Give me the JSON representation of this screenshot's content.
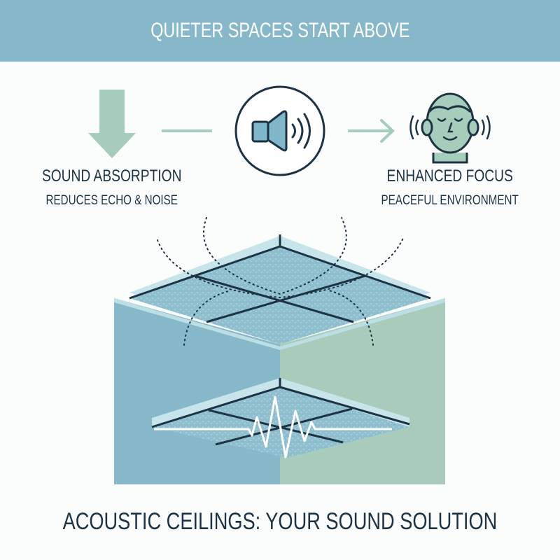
{
  "header": {
    "title": "QUIETER SPACES START ABOVE",
    "background_color": "#86b8c9",
    "text_color": "#ffffff"
  },
  "steps": [
    {
      "icon": "down-arrow-icon",
      "title": "SOUND ABSORPTION",
      "subtitle": "REDUCES ECHO & NOISE"
    },
    {
      "icon": "speaker-icon"
    },
    {
      "icon": "calm-face-icon",
      "title": "ENHANCED FOCUS",
      "subtitle": "PEACEFUL ENVIRONMENT"
    }
  ],
  "connectors": [
    "line-connector",
    "arrow-connector"
  ],
  "illustration": {
    "description": "Room corner with acoustic ceiling tiles absorbing dotted sound waves; lower tile shows damped waveform",
    "wall_left_color": "#86b8c9",
    "wall_right_color": "#a9cbbb",
    "tile_color": "#9cc6d3",
    "tile_edge_color": "#c6e4ea",
    "grid_line_color": "#1d3344"
  },
  "footer": {
    "title": "ACOUSTIC CEILINGS: YOUR SOUND SOLUTION",
    "text_color": "#1d3344"
  },
  "colors": {
    "accent_green": "#a6cdbb",
    "accent_blue": "#86b8c9",
    "dark_navy": "#1d3344"
  }
}
